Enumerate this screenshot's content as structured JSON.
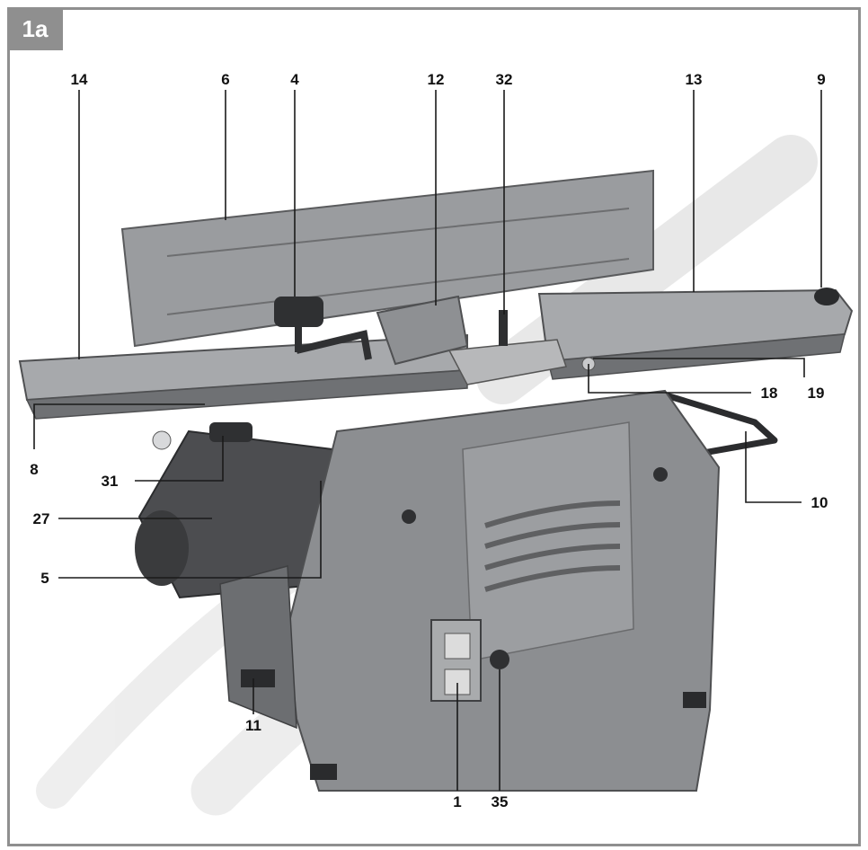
{
  "figure": {
    "label": "1a"
  },
  "colors": {
    "frame": "#8f8f8f",
    "machine_body": "#8c8e91",
    "table_surface": "#a3a5a8",
    "dark_parts": "#3a3b3d",
    "watermark": "#d2d2d2"
  },
  "callouts": [
    {
      "id": "14",
      "text": "14"
    },
    {
      "id": "6",
      "text": "6"
    },
    {
      "id": "4",
      "text": "4"
    },
    {
      "id": "12",
      "text": "12"
    },
    {
      "id": "32",
      "text": "32"
    },
    {
      "id": "13",
      "text": "13"
    },
    {
      "id": "9",
      "text": "9"
    },
    {
      "id": "8",
      "text": "8"
    },
    {
      "id": "18",
      "text": "18"
    },
    {
      "id": "19",
      "text": "19"
    },
    {
      "id": "31",
      "text": "31"
    },
    {
      "id": "10",
      "text": "10"
    },
    {
      "id": "27",
      "text": "27"
    },
    {
      "id": "5",
      "text": "5"
    },
    {
      "id": "11",
      "text": "11"
    },
    {
      "id": "1",
      "text": "1"
    },
    {
      "id": "35",
      "text": "35"
    }
  ]
}
